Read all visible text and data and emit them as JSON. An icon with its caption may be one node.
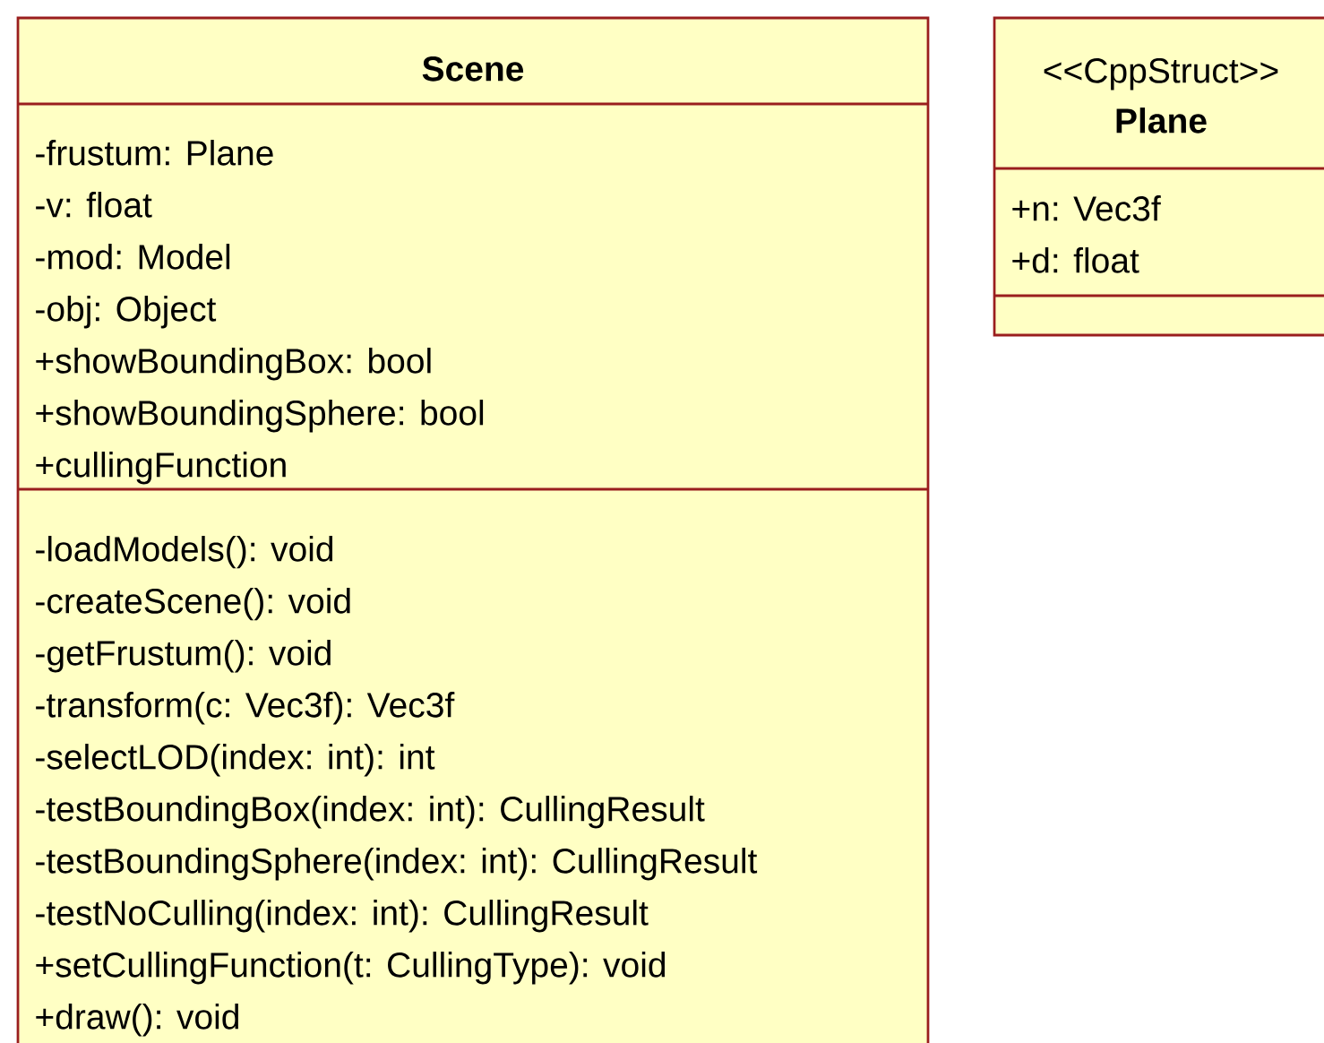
{
  "diagram": {
    "nodes": [
      {
        "text": [
          "Scene",
          "-frustum: Plane",
          "-v: float",
          "-mod: Model",
          "-obj: Object",
          "+showBoundingBox: bool",
          "+showBoundingSphere: bool",
          "+cullingFunction",
          "-loadModels(): void",
          "-createScene(): void",
          "-getFrustum(): void",
          "-transform(c: Vec3f): Vec3f",
          "-selectLOD(index: int): int",
          "-testBoundingBox(index: int): CullingResult",
          "-testBoundingSphere(index: int): CullingResult",
          "-testNoCulling(index: int): CullingResult",
          "+setCullingFunction(t: CullingType): void",
          "+draw(): void"
        ]
      },
      {
        "text": [
          "<<CppStruct>>",
          "Plane",
          "+n: Vec3f",
          "+d: float"
        ]
      }
    ]
  }
}
